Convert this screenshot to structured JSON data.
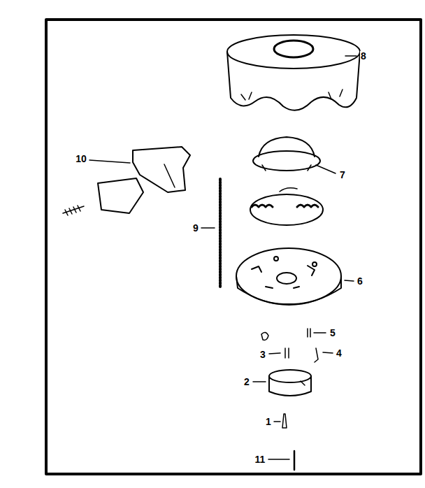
{
  "diagram": {
    "labels": [
      "8",
      "10",
      "7",
      "9",
      "6",
      "5",
      "3",
      "4",
      "2",
      "1",
      "11"
    ]
  }
}
